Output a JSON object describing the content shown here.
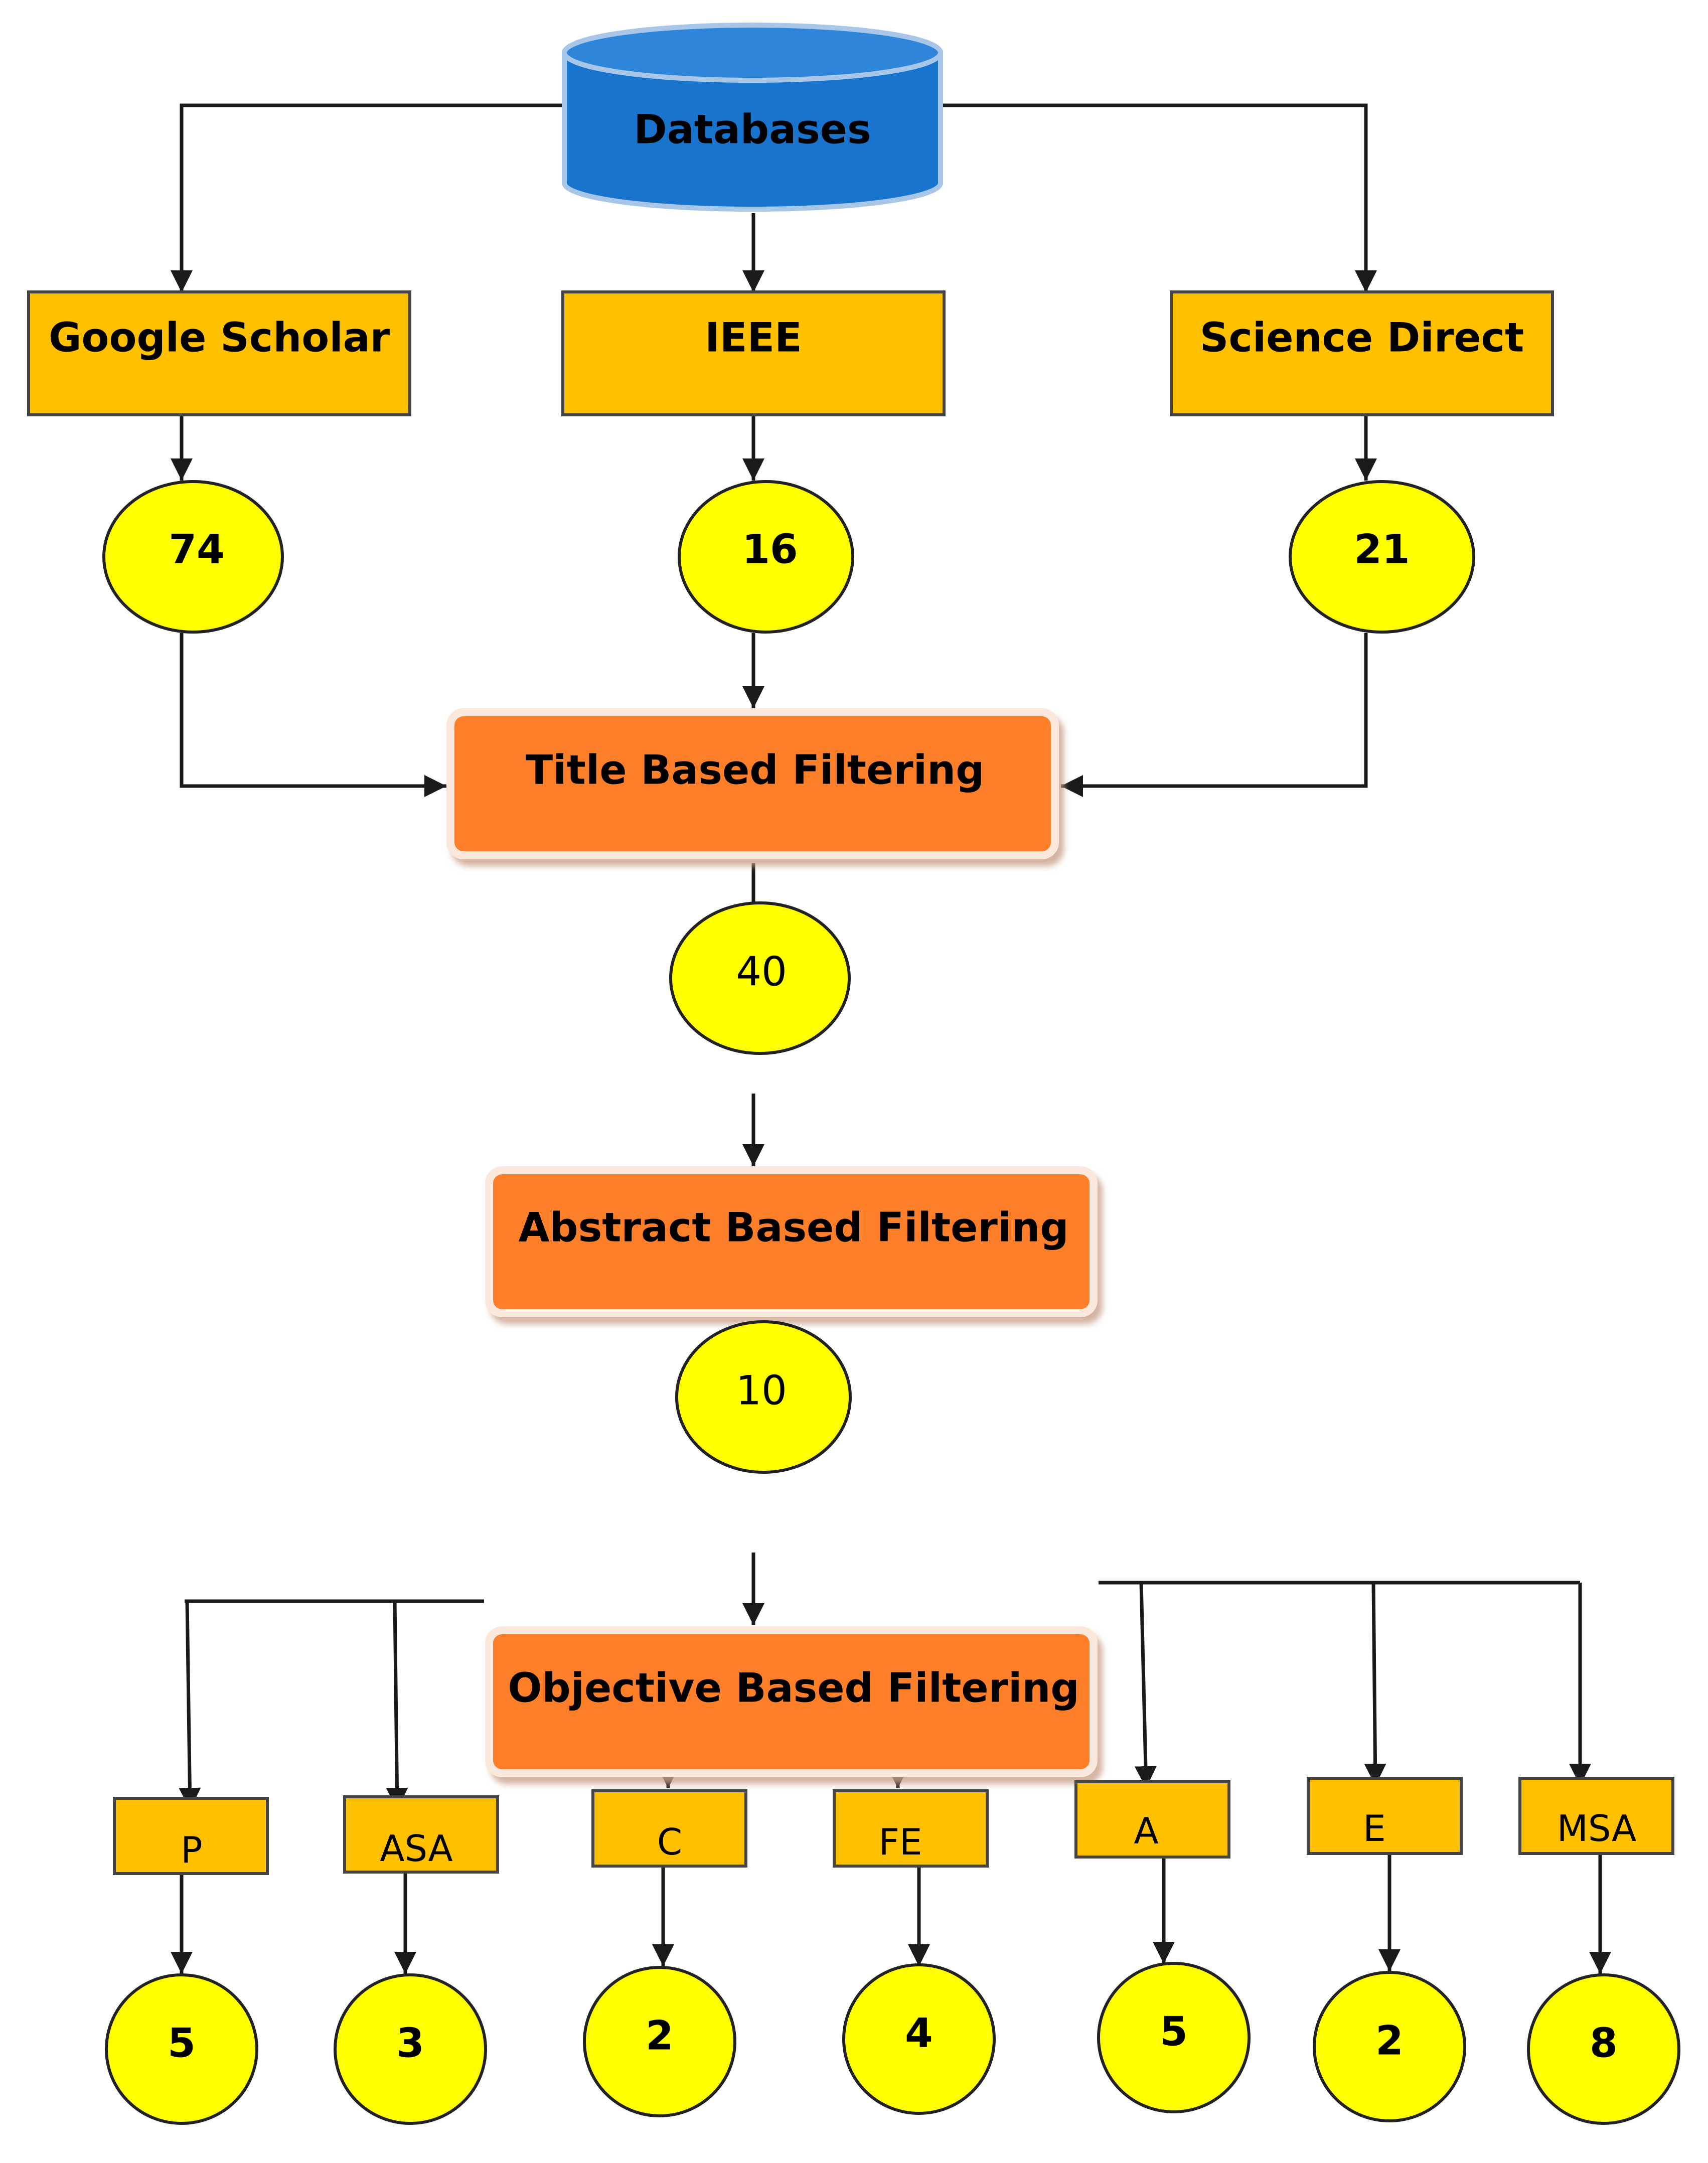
{
  "colors": {
    "database": "#1874cd",
    "database_top": "#2f86d8",
    "source_box": "#ffc000",
    "filter_box": "#fd7f2b",
    "count_ellipse": "#ffff00",
    "category_box": "#ffc000",
    "line": "#1a1a1a"
  },
  "database": {
    "label": "Databases"
  },
  "sources": [
    {
      "label": "Google Scholar",
      "count": "74"
    },
    {
      "label": "IEEE",
      "count": "16"
    },
    {
      "label": "Science Direct",
      "count": "21"
    }
  ],
  "filters": [
    {
      "label": "Title Based Filtering",
      "count": "40"
    },
    {
      "label": "Abstract Based Filtering",
      "count": "10"
    },
    {
      "label": "Objective Based Filtering"
    }
  ],
  "categories": [
    {
      "label": "P",
      "count": "5"
    },
    {
      "label": "ASA",
      "count": "3"
    },
    {
      "label": "C",
      "count": "2"
    },
    {
      "label": "FE",
      "count": "4"
    },
    {
      "label": "A",
      "count": "5"
    },
    {
      "label": "E",
      "count": "2"
    },
    {
      "label": "MSA",
      "count": "8"
    }
  ]
}
